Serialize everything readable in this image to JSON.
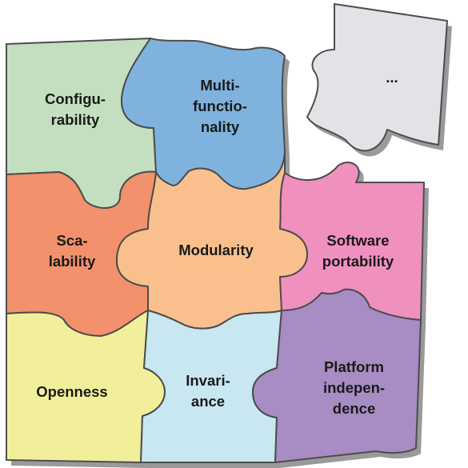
{
  "pieces": [
    {
      "id": "configurability",
      "lines": [
        "Configu-",
        "rability"
      ],
      "color": "#c4dfbf"
    },
    {
      "id": "multifunctionality",
      "lines": [
        "Multi-",
        "functio-",
        "nality"
      ],
      "color": "#7fb3de"
    },
    {
      "id": "more",
      "lines": [
        "..."
      ],
      "color": "#e2e3e6"
    },
    {
      "id": "scalability",
      "lines": [
        "Sca-",
        "lability"
      ],
      "color": "#f2916b"
    },
    {
      "id": "modularity",
      "lines": [
        "Modularity"
      ],
      "color": "#f9c08d"
    },
    {
      "id": "software-portability",
      "lines": [
        "Software",
        "portability"
      ],
      "color": "#f090bf"
    },
    {
      "id": "openness",
      "lines": [
        "Openness"
      ],
      "color": "#f2ef9b"
    },
    {
      "id": "invariance",
      "lines": [
        "Invari-",
        "ance"
      ],
      "color": "#c8e7f0"
    },
    {
      "id": "platform-independence",
      "lines": [
        "Platform",
        "indepen-",
        "dence"
      ],
      "color": "#a88cc4"
    }
  ],
  "colors": {
    "outline": "#4d4d4d",
    "shadow": "#9a9a9a"
  }
}
